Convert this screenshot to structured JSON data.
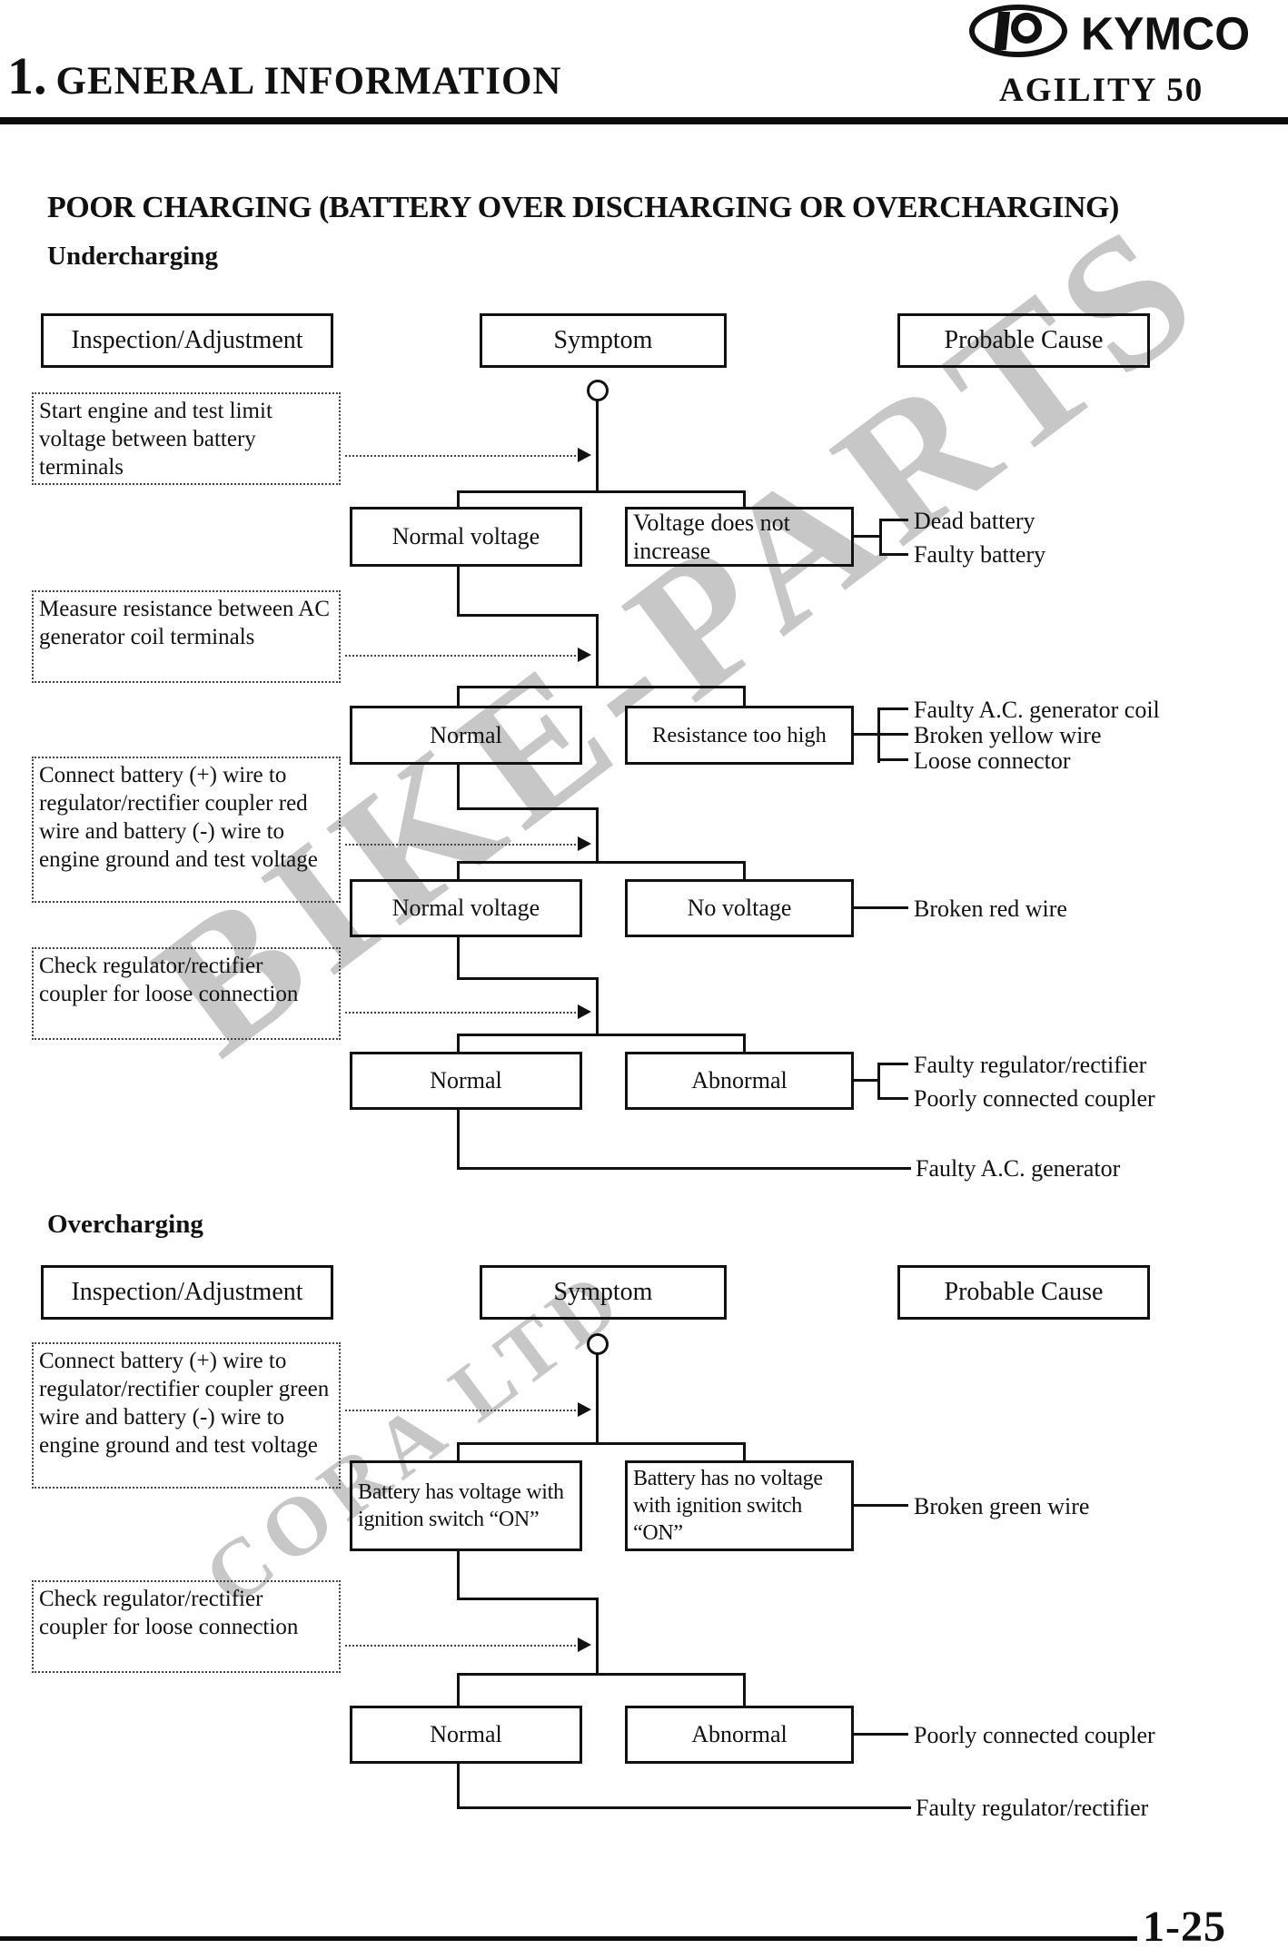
{
  "header": {
    "chapter_number": "1.",
    "chapter_title": "GENERAL INFORMATION",
    "brand": "KYMCO",
    "model": "AGILITY 50"
  },
  "watermark": {
    "line1": "BIKE-PARTS",
    "line2": "CORA LTD"
  },
  "page": {
    "title": "POOR CHARGING (BATTERY OVER DISCHARGING OR OVERCHARGING)",
    "number": "1-25"
  },
  "columns": {
    "inspection": "Inspection/Adjustment",
    "symptom": "Symptom",
    "cause": "Probable Cause"
  },
  "undercharging": {
    "heading": "Undercharging",
    "steps": [
      {
        "inspection": "Start engine and test limit voltage between battery terminals",
        "result_normal": "Normal voltage",
        "result_abnormal": "Voltage does not increase",
        "causes": [
          "Dead battery",
          "Faulty battery"
        ]
      },
      {
        "inspection": "Measure resistance between AC generator coil terminals",
        "result_normal": "Normal",
        "result_abnormal": "Resistance too high",
        "causes": [
          "Faulty A.C. generator coil",
          "Broken yellow wire",
          "Loose connector"
        ]
      },
      {
        "inspection": "Connect battery (+) wire to regulator/rectifier coupler red wire and battery (-) wire to engine ground and test voltage",
        "result_normal": "Normal voltage",
        "result_abnormal": "No voltage",
        "causes": [
          "Broken red wire"
        ]
      },
      {
        "inspection": "Check regulator/rectifier coupler for loose connection",
        "result_normal": "Normal",
        "result_abnormal": "Abnormal",
        "causes": [
          "Faulty regulator/rectifier",
          "Poorly connected coupler"
        ]
      }
    ],
    "final_cause": "Faulty A.C. generator"
  },
  "overcharging": {
    "heading": "Overcharging",
    "steps": [
      {
        "inspection": "Connect battery (+) wire to regulator/rectifier coupler green wire and battery (-) wire to engine ground and test voltage",
        "result_normal": "Battery has voltage with ignition switch “ON”",
        "result_abnormal": "Battery has no voltage with ignition switch “ON”",
        "causes": [
          "Broken green wire"
        ]
      },
      {
        "inspection": "Check regulator/rectifier coupler for loose connection",
        "result_normal": "Normal",
        "result_abnormal": "Abnormal",
        "causes": [
          "Poorly connected coupler"
        ]
      }
    ],
    "final_cause": "Faulty regulator/rectifier"
  }
}
